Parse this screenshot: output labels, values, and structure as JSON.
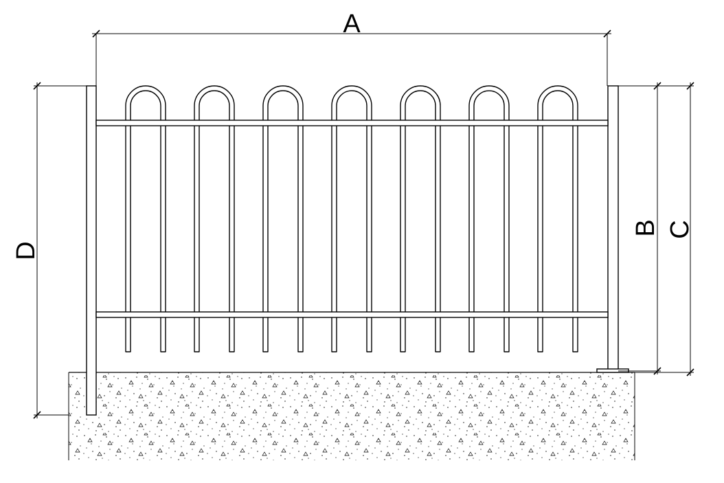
{
  "dimensions": {
    "a_label": "A",
    "b_label": "B",
    "c_label": "C",
    "d_label": "D"
  },
  "fence": {
    "loop_count": 7
  },
  "colors": {
    "line": "#000000",
    "background": "#ffffff"
  }
}
